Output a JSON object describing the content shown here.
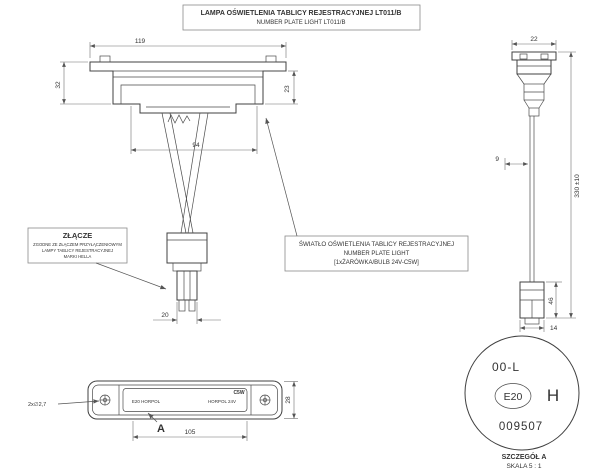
{
  "title": {
    "line1": "LAMPA OŚWIETLENIA TABLICY REJESTRACYJNEJ LT011/B",
    "line2": "NUMBER PLATE LIGHT LT011/B"
  },
  "top_view": {
    "dim_width": "119",
    "dim_height_left": "32",
    "dim_height_right": "23",
    "dim_inner": "94",
    "dim_connector": "20"
  },
  "side_view": {
    "dim_width": "22",
    "dim_offset": "9",
    "dim_length": "330 ±10",
    "dim_connector_height": "46",
    "dim_connector_width": "14"
  },
  "front_view": {
    "dim_width": "105",
    "dim_height": "28",
    "dim_holes": "2x∅2,7",
    "detail_label": "A",
    "marking_left": "E20 HORPOL",
    "marking_right": "HORPOL 24V",
    "marking_bulb": "C5W"
  },
  "connector_note": {
    "title": "ZŁĄCZE",
    "line1": "ZGODNE ZE ZŁĄCZEM PRZYŁĄCZENIOWYM",
    "line2": "LAMPY TABLICY REJESTRACYJNEJ",
    "line3": "MARKI HELLA"
  },
  "light_note": {
    "line1": "ŚWIATŁO OŚWIETLENIA TABLICY REJESTRACYJNEJ",
    "line2": "NUMBER PLATE LIGHT",
    "line3": "[1xŻARÓWKA/BULB 24V-C5W]"
  },
  "detail": {
    "code": "00-L",
    "e_mark": "E20",
    "homologation": "H",
    "number": "009507",
    "caption_line1": "SZCZEGÓŁ A",
    "caption_line2": "SKALA 5 : 1"
  }
}
